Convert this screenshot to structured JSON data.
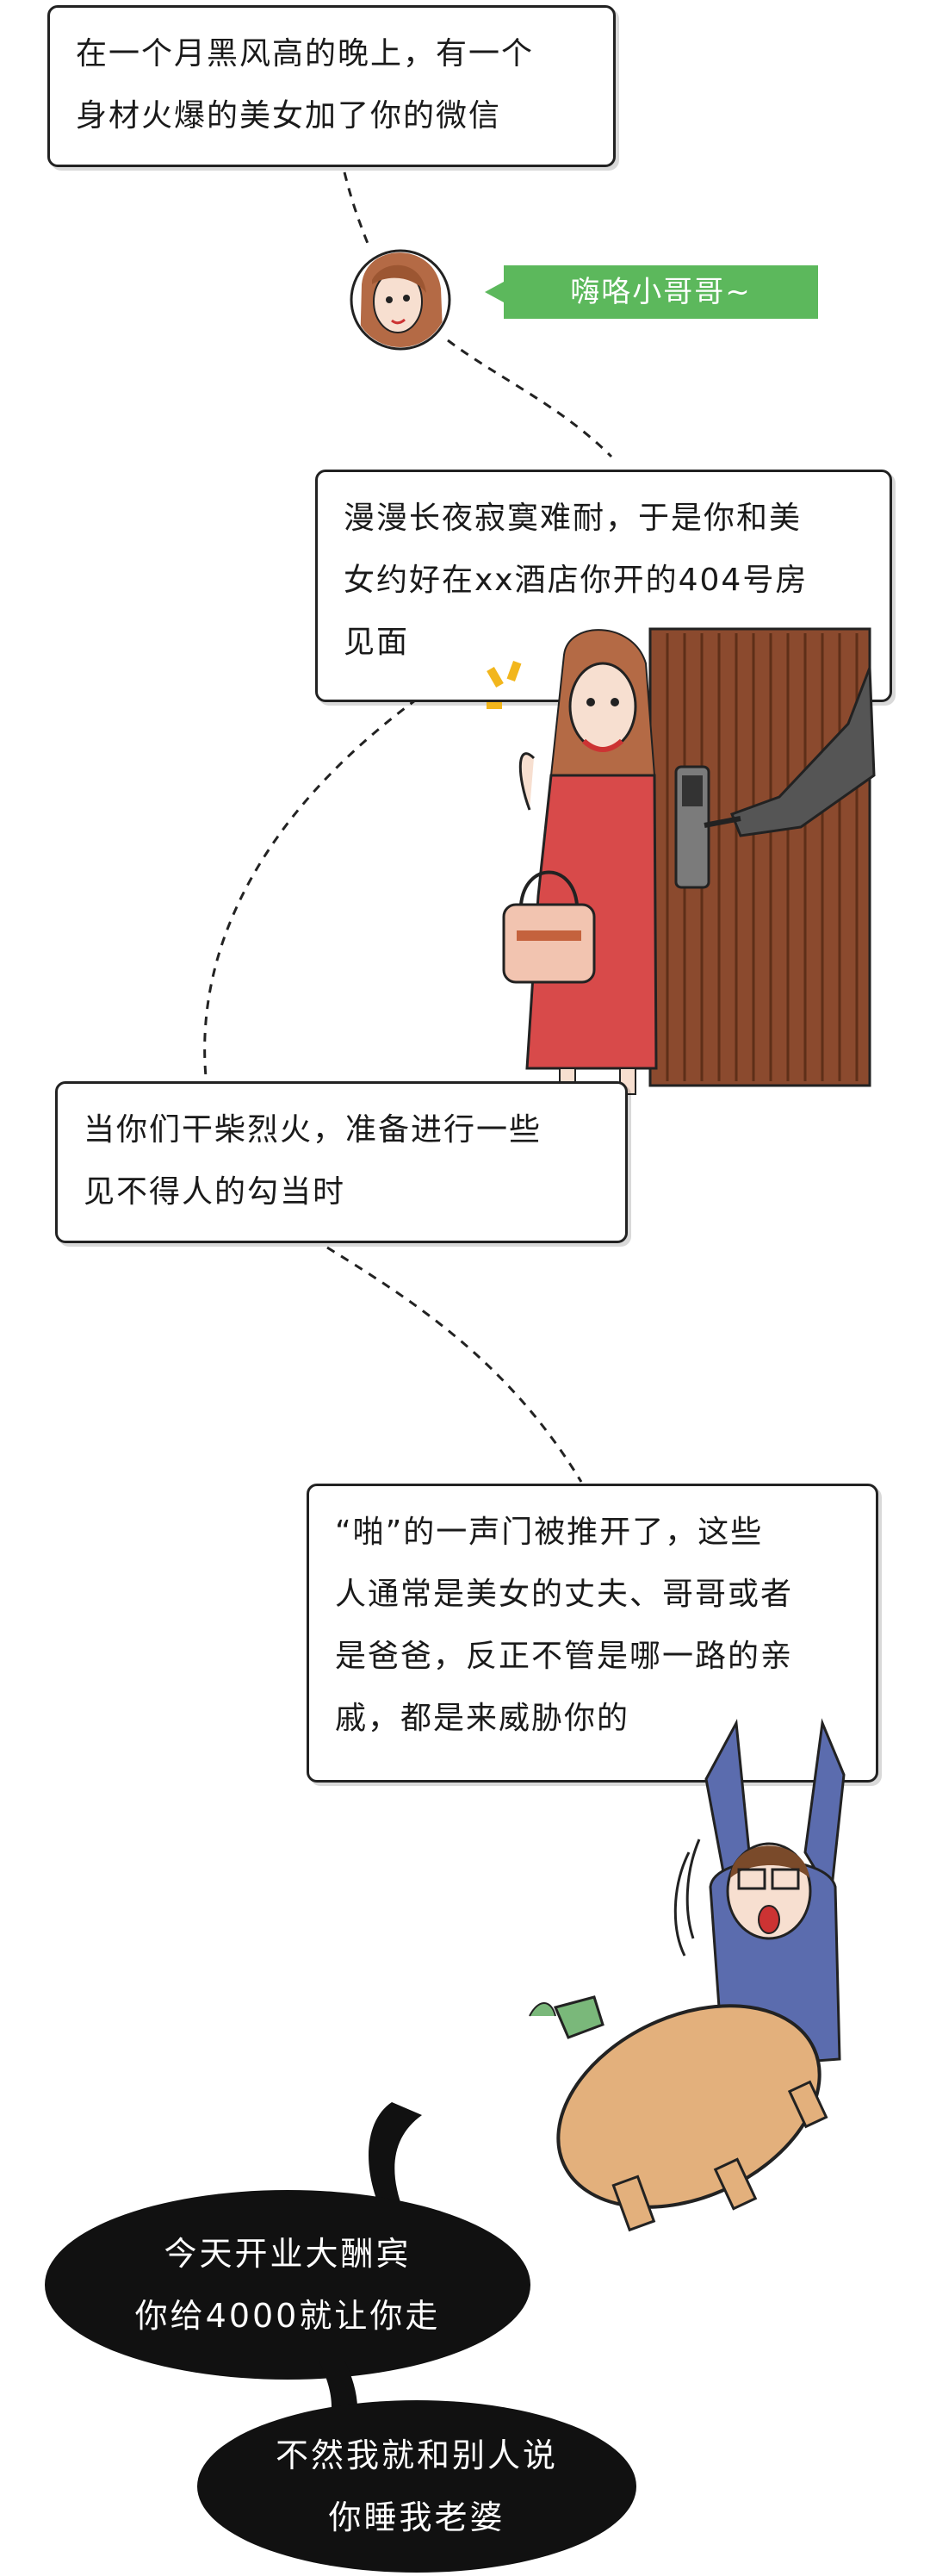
{
  "panels": {
    "p1": [
      "在一个月黑风高的晚上，有一个",
      "身材火爆的美女加了你的微信"
    ],
    "greeting": "嗨咯小哥哥~",
    "p2": [
      "漫漫长夜寂寞难耐，于是你和美",
      "女约好在xx酒店你开的404号房",
      "见面"
    ],
    "p3": [
      "当你们干柴烈火，准备进行一些",
      "见不得人的勾当时"
    ],
    "p4": [
      "“啪”的一声门被推开了，这些",
      "人通常是美女的丈夫、哥哥或者",
      "是爸爸，反正不管是哪一路的亲",
      "戚，都是来威胁你的"
    ]
  },
  "speech": {
    "first": [
      "今天开业大酬宾",
      "你给4000就让你走"
    ],
    "second": [
      "不然我就和别人说",
      "你睡我老婆"
    ]
  },
  "colors": {
    "accent_green": "#5cb85c",
    "dress_red": "#d84a4a",
    "door_brown": "#8b4a2e",
    "table_tan": "#e3b07c",
    "sweater_blue": "#5b6cae",
    "speech_black": "#111111"
  }
}
